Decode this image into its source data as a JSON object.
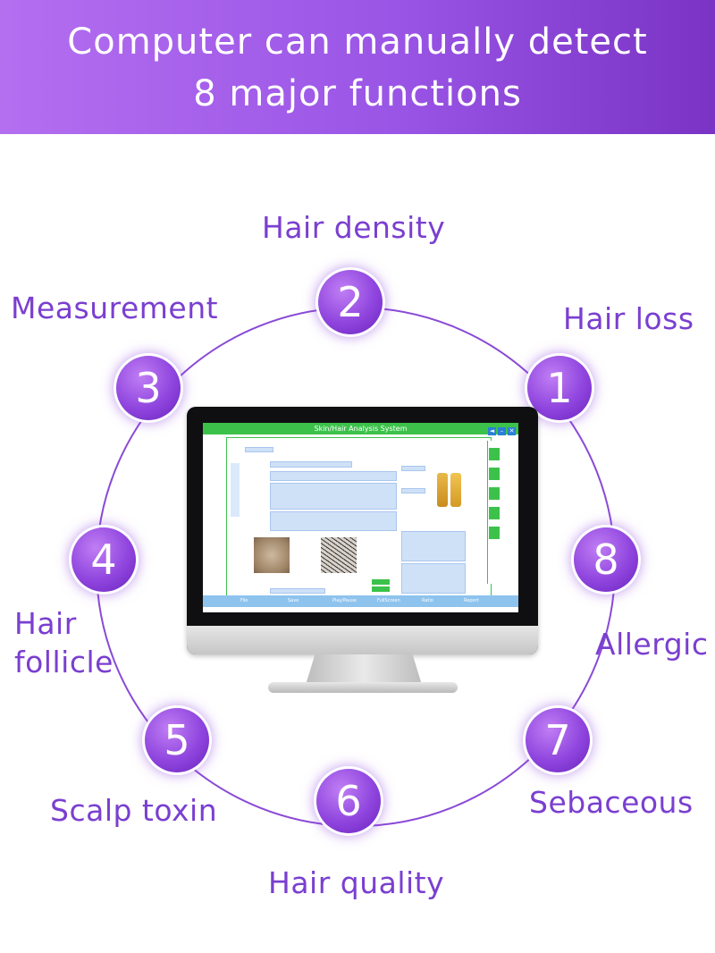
{
  "header": {
    "line1": "Computer can manually detect",
    "line2": "8 major functions"
  },
  "functions": [
    {
      "number": "1",
      "label": "Hair loss"
    },
    {
      "number": "2",
      "label": "Hair density"
    },
    {
      "number": "3",
      "label": "Measurement"
    },
    {
      "number": "4",
      "label_line1": "Hair",
      "label_line2": "follicle"
    },
    {
      "number": "5",
      "label": "Scalp toxin"
    },
    {
      "number": "6",
      "label": "Hair quality"
    },
    {
      "number": "7",
      "label": "Sebaceous"
    },
    {
      "number": "8",
      "label": "Allergic"
    }
  ],
  "screen": {
    "title": "Skin/Hair Analysis System",
    "toolbar": [
      "File",
      "Save",
      "Play/Pause",
      "FullScreen",
      "Ratio",
      "Report"
    ]
  },
  "colors": {
    "accent": "#8f45de",
    "label": "#7a3fd0",
    "app_green": "#3cc24a"
  }
}
